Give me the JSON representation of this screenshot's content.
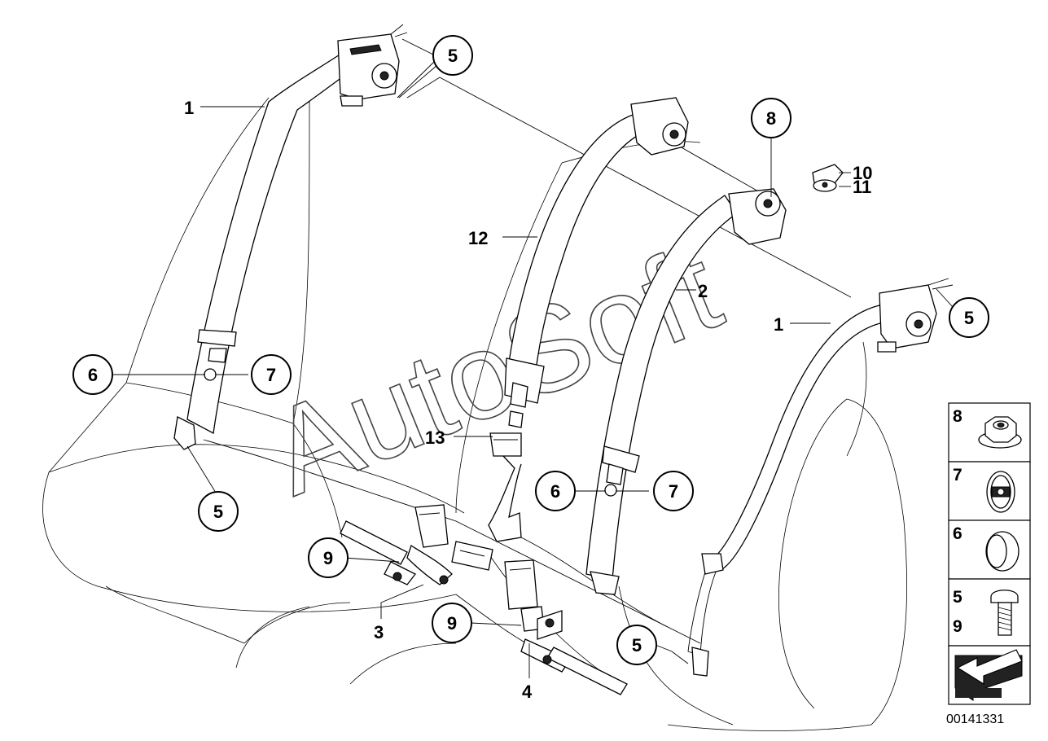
{
  "watermark": "AutoSoft",
  "diagram_id": "00141331",
  "callouts": [
    {
      "id": "c5-top",
      "label": "5"
    },
    {
      "id": "c8",
      "label": "8"
    },
    {
      "id": "c6-left",
      "label": "6"
    },
    {
      "id": "c7-left",
      "label": "7"
    },
    {
      "id": "c5-left",
      "label": "5"
    },
    {
      "id": "c9-left",
      "label": "9"
    },
    {
      "id": "c9-mid",
      "label": "9"
    },
    {
      "id": "c6-mid",
      "label": "6"
    },
    {
      "id": "c7-mid",
      "label": "7"
    },
    {
      "id": "c5-right",
      "label": "5"
    },
    {
      "id": "c5-bottom",
      "label": "5"
    }
  ],
  "labels": [
    {
      "id": "l1-left",
      "label": "1"
    },
    {
      "id": "l12",
      "label": "12"
    },
    {
      "id": "l2",
      "label": "2"
    },
    {
      "id": "l1-right",
      "label": "1"
    },
    {
      "id": "l10",
      "label": "10"
    },
    {
      "id": "l11",
      "label": "11"
    },
    {
      "id": "l13",
      "label": "13"
    },
    {
      "id": "l3",
      "label": "3"
    },
    {
      "id": "l4",
      "label": "4"
    }
  ],
  "side_panel": [
    {
      "label": "8",
      "icon": "flange-nut-icon"
    },
    {
      "label": "7",
      "icon": "grommet-icon"
    },
    {
      "label": "6",
      "icon": "cap-icon"
    },
    {
      "label": "5",
      "label2": "9",
      "icon": "bolt-icon"
    },
    {
      "label": "",
      "icon": "arrow-icon"
    }
  ]
}
